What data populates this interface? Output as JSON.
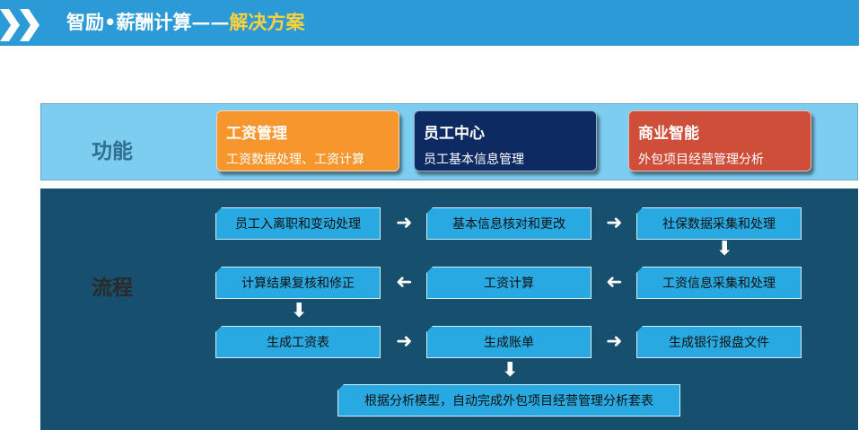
{
  "header": {
    "title_main": "智励•薪酬计算——",
    "title_highlight": "解决方案",
    "colors": {
      "bar": "#2b9ad6",
      "highlight": "#ffd23c"
    }
  },
  "function_section": {
    "label": "功能",
    "cards": [
      {
        "title": "工资管理",
        "subtitle": "工资数据处理、工资计算",
        "color": "#f7962d"
      },
      {
        "title": "员工中心",
        "subtitle": "员工基本信息管理",
        "color": "#0e2a63"
      },
      {
        "title": "商业智能",
        "subtitle": "外包项目经营管理分析",
        "color": "#cf4e3a"
      }
    ]
  },
  "process_section": {
    "label": "流程",
    "steps": [
      "员工入离职和变动处理",
      "基本信息核对和更改",
      "社保数据采集和处理",
      "计算结果复核和修正",
      "工资计算",
      "工资信息采集和处理",
      "生成工资表",
      "生成账单",
      "生成银行报盘文件",
      "根据分析模型，自动完成外包项目经营管理分析套表"
    ]
  }
}
